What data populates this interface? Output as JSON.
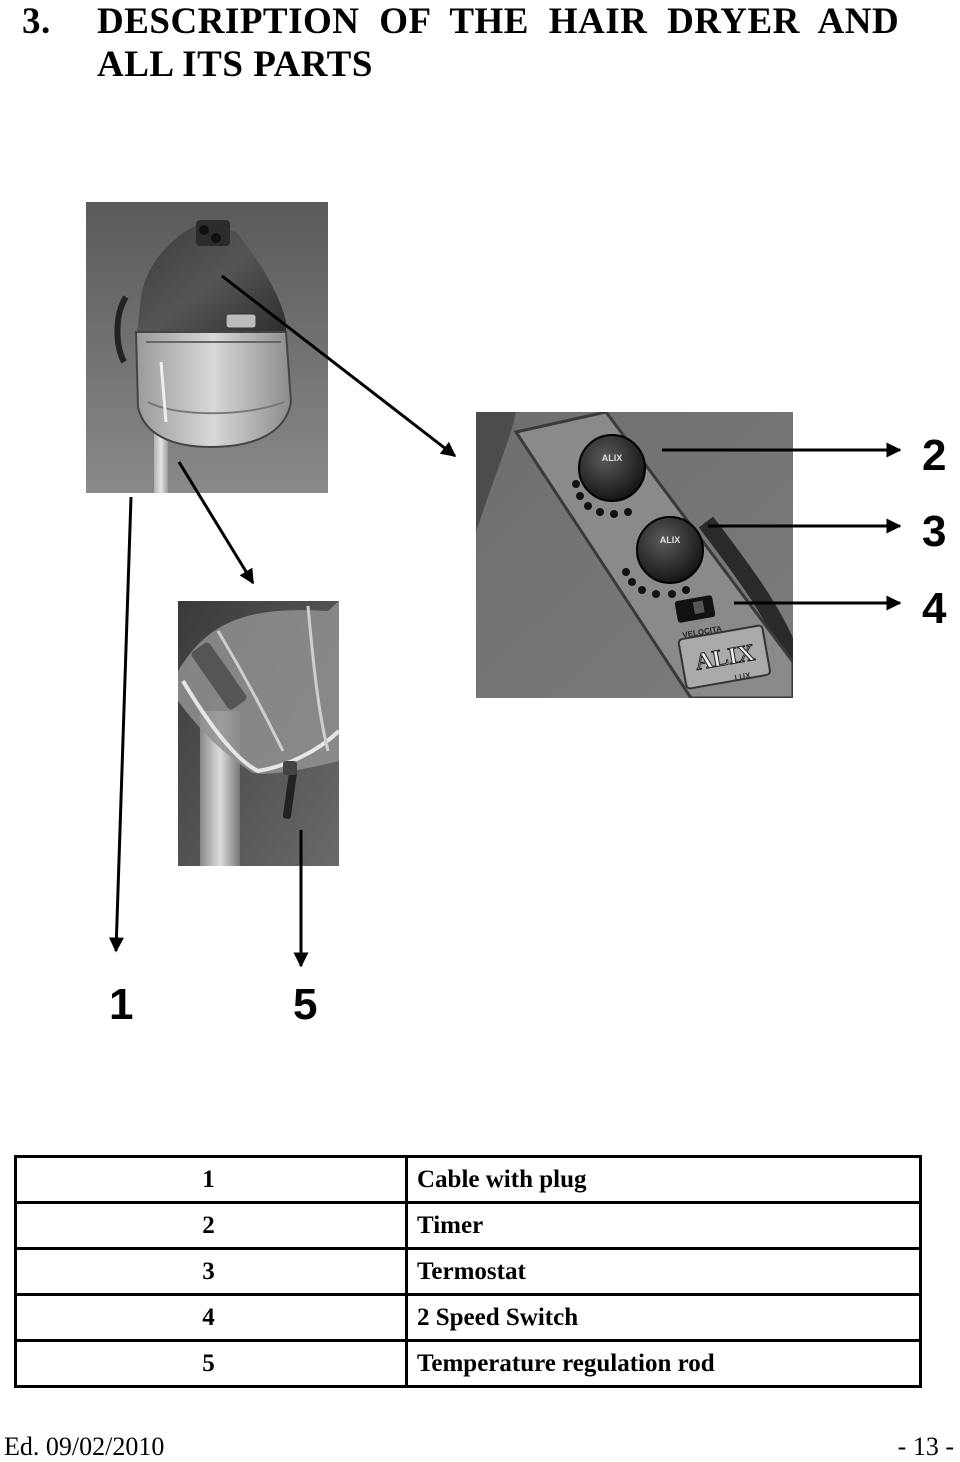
{
  "heading": {
    "number": "3.",
    "line1": "DESCRIPTION OF THE HAIR DRYER AND",
    "line2": "ALL ITS PARTS"
  },
  "callouts": [
    "1",
    "2",
    "3",
    "4",
    "5"
  ],
  "photo_marks": {
    "knob_brand": "ALIX",
    "panel_speed": "VELOCITA",
    "panel_brand": "ALIX",
    "panel_sub": "LUX"
  },
  "parts": [
    {
      "number": "1",
      "description": "Cable with plug"
    },
    {
      "number": "2",
      "description": "Timer"
    },
    {
      "number": "3",
      "description": "Termostat"
    },
    {
      "number": "4",
      "description": "2 Speed Switch"
    },
    {
      "number": "5",
      "description": "Temperature regulation rod"
    }
  ],
  "footer": {
    "edition": "Ed. 09/02/2010",
    "page": "- 13 -"
  }
}
